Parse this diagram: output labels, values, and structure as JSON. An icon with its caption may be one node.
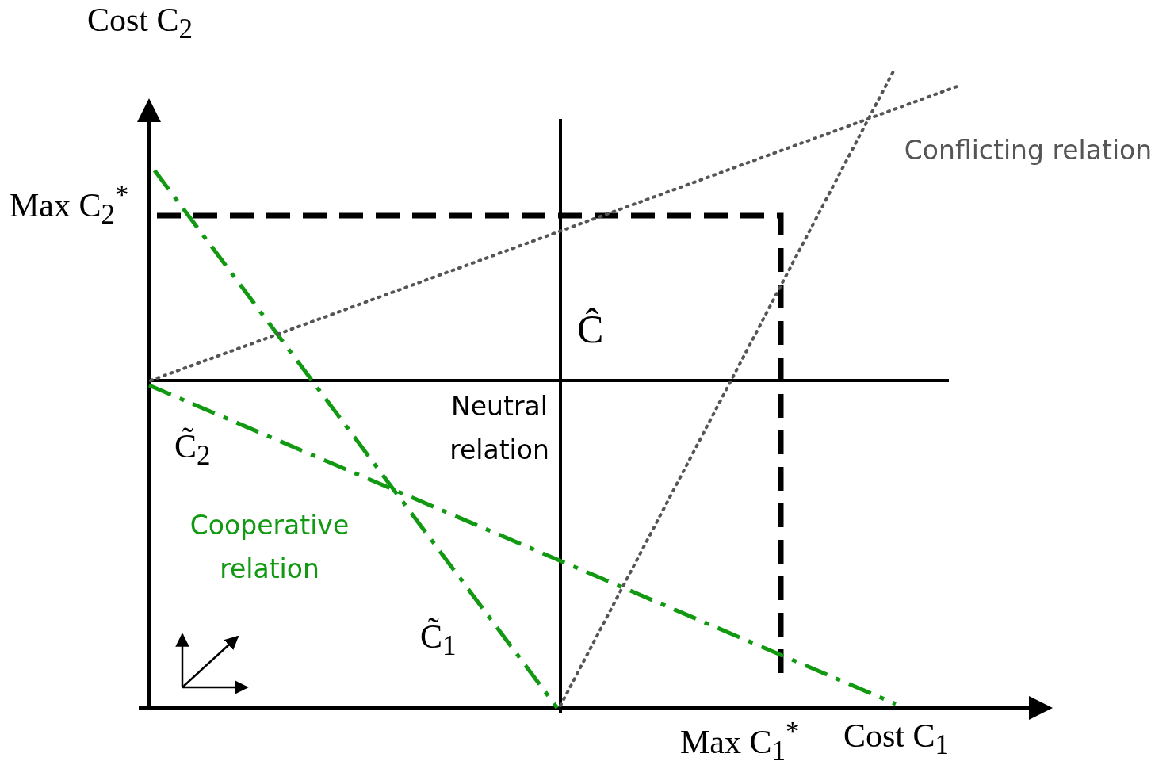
{
  "diagram": {
    "labels": [
      "Cost C$_{2}$",
      "Max C$_{2}$$^{*}$",
      "Conflicting relation",
      "Ĉ",
      "Neutral relation",
      "C̃$_{2}$",
      "Cooperative relation",
      "C̃$_{1}$",
      "Max C$_{1}$$^{*}$",
      "Cost C$_{1}$"
    ]
  }
}
